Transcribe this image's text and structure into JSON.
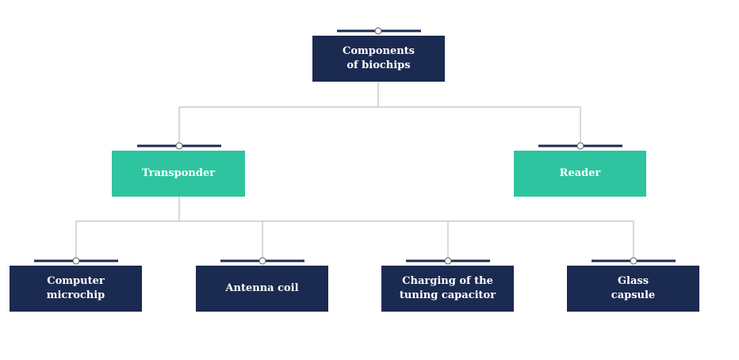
{
  "diagram": {
    "root": {
      "label": "Components\nof biochips"
    },
    "level2": [
      {
        "label": "Transponder"
      },
      {
        "label": "Reader"
      }
    ],
    "level3": [
      {
        "label": "Computer\nmicrochip"
      },
      {
        "label": "Antenna coil"
      },
      {
        "label": "Charging of the\ntuning capacitor"
      },
      {
        "label": "Glass\ncapsule"
      }
    ]
  },
  "colors": {
    "dark_node": "#1b2a50",
    "teal_node": "#2ec4a0",
    "connector": "#bfbfbf",
    "node_bar": "#1b2a50"
  }
}
